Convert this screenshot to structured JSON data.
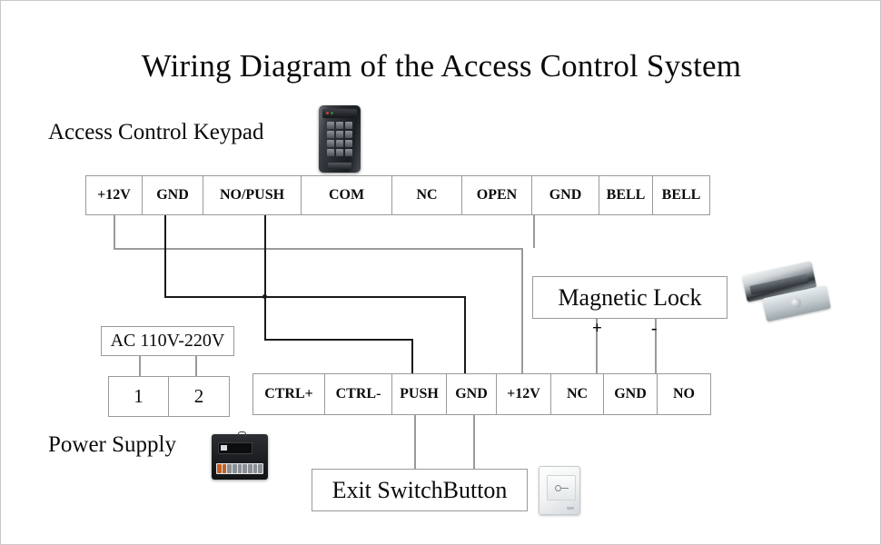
{
  "title": "Wiring Diagram of the Access Control System",
  "labels": {
    "keypad": "Access Control Keypad",
    "power_supply": "Power Supply"
  },
  "icons": {
    "keypad": "access-control-keypad-photo",
    "maglock": "magnetic-lock-photo",
    "psu": "power-supply-photo",
    "exit_switch": "exit-switch-photo"
  },
  "top_strip": {
    "name": "keypad-terminal-strip",
    "cells": [
      {
        "label": "+12V",
        "width": 62
      },
      {
        "label": "GND",
        "width": 67
      },
      {
        "label": "NO/PUSH",
        "width": 108
      },
      {
        "label": "COM",
        "width": 100
      },
      {
        "label": "NC",
        "width": 77
      },
      {
        "label": "OPEN",
        "width": 77
      },
      {
        "label": "GND",
        "width": 74
      },
      {
        "label": "BELL",
        "width": 59
      },
      {
        "label": "BELL",
        "width": 62
      }
    ]
  },
  "bottom_strip": {
    "name": "power-supply-terminal-strip",
    "cells": [
      {
        "label": "CTRL+",
        "width": 79
      },
      {
        "label": "CTRL-",
        "width": 74
      },
      {
        "label": "PUSH",
        "width": 60
      },
      {
        "label": "GND",
        "width": 55
      },
      {
        "label": "+12V",
        "width": 60
      },
      {
        "label": "NC",
        "width": 58
      },
      {
        "label": "GND",
        "width": 59
      },
      {
        "label": "NO",
        "width": 58
      }
    ]
  },
  "boxes": {
    "magnetic_lock": "Magnetic Lock",
    "ac_input": "AC 110V-220V",
    "exit_button": "Exit SwitchButton"
  },
  "ac_terminals": {
    "cells": [
      {
        "label": "1",
        "width": 66
      },
      {
        "label": "2",
        "width": 66
      }
    ]
  },
  "polarity": {
    "plus": "+",
    "minus": "-"
  },
  "colors": {
    "wire_gray": "#9a9a9a",
    "wire_black": "#1a1a1a",
    "border": "#9a9a9a",
    "text": "#0a0a0a",
    "background": "#ffffff"
  }
}
